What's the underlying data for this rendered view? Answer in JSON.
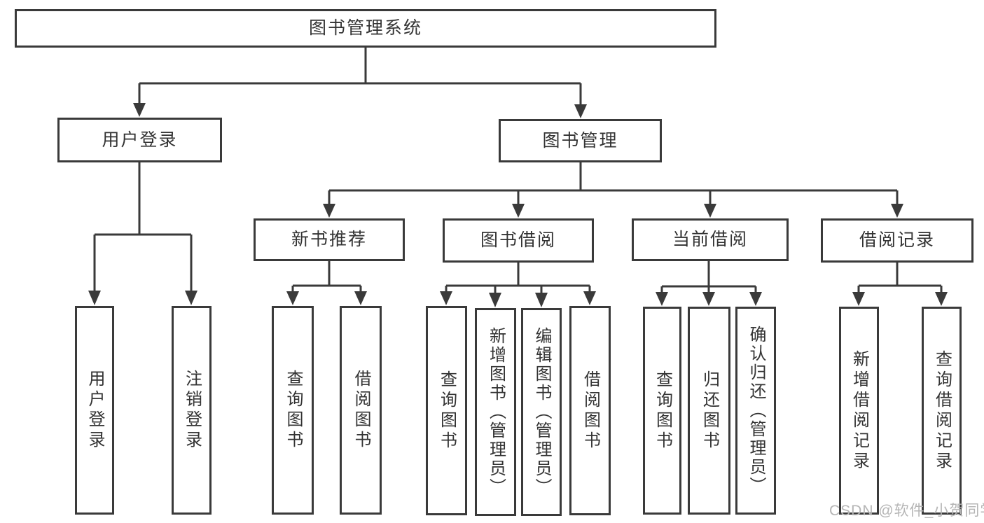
{
  "diagram": {
    "root": {
      "label": "图书管理系统"
    },
    "level2": {
      "user_login": {
        "label": "用户登录"
      },
      "book_management": {
        "label": "图书管理"
      }
    },
    "level3": {
      "new_book_recommend": {
        "label": "新书推荐"
      },
      "book_borrow": {
        "label": "图书借阅"
      },
      "current_borrow": {
        "label": "当前借阅"
      },
      "borrow_record": {
        "label": "借阅记录"
      }
    },
    "leaves": {
      "user_login_login": {
        "label": "用户登录"
      },
      "user_login_logout": {
        "label": "注销登录"
      },
      "recommend_query_book": {
        "label": "查询图书"
      },
      "recommend_borrow_book": {
        "label": "借阅图书"
      },
      "borrow_query_book": {
        "label": "查询图书"
      },
      "borrow_add_book_admin": {
        "label": "新增图书（管理员）"
      },
      "borrow_edit_book_admin": {
        "label": "编辑图书（管理员）"
      },
      "borrow_borrow_book": {
        "label": "借阅图书"
      },
      "current_query_book": {
        "label": "查询图书"
      },
      "current_return_book": {
        "label": "归还图书"
      },
      "current_confirm_return_admin": {
        "label": "确认归还（管理员）"
      },
      "record_add_record": {
        "label": "新增借阅记录"
      },
      "record_query_record": {
        "label": "查询借阅记录"
      }
    }
  },
  "watermark": {
    "text": "CSDN @软件_小贺同学"
  },
  "colors": {
    "line": "#3a3a3a",
    "border": "#3a3a3a",
    "text": "#333333",
    "background": "#ffffff",
    "watermark": "#b5b5b5"
  }
}
